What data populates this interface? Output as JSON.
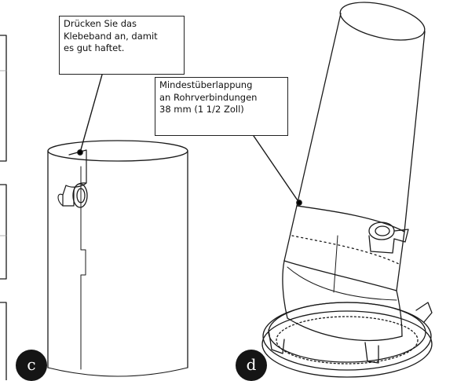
{
  "callouts": {
    "press_tape": {
      "lines": [
        "Drücken Sie das",
        "Klebeband an, damit",
        "es gut haftet."
      ]
    },
    "overlap": {
      "lines": [
        "Mindestüberlappung",
        "an Rohrverbindungen",
        "38 mm (1 1/2 Zoll)"
      ]
    }
  },
  "badges": {
    "c": "c",
    "d": "d"
  }
}
